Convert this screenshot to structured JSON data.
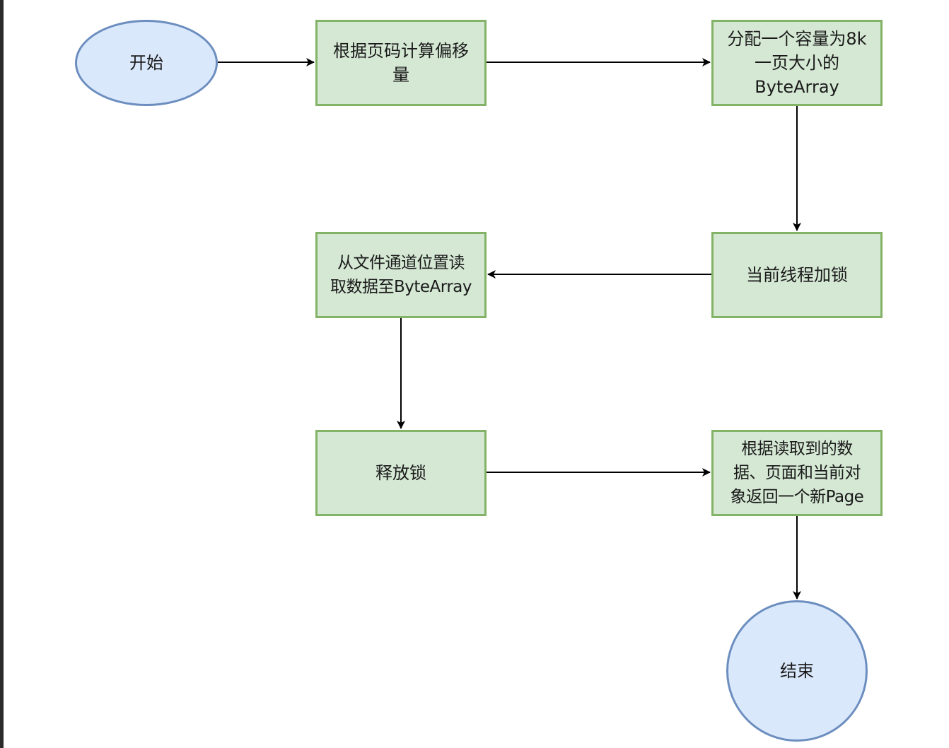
{
  "diagram": {
    "nodes": [
      {
        "id": "start",
        "shape": "ellipse",
        "label": "开始"
      },
      {
        "id": "calc-offset",
        "shape": "rect",
        "label": "根据页码计算偏移\n量"
      },
      {
        "id": "alloc-bytearray",
        "shape": "rect",
        "label": "分配一个容量为8k\n一页大小的\nByteArray"
      },
      {
        "id": "lock",
        "shape": "rect",
        "label": "当前线程加锁"
      },
      {
        "id": "read-channel",
        "shape": "rect",
        "label": "从文件通道位置读\n取数据至ByteArray"
      },
      {
        "id": "release-lock",
        "shape": "rect",
        "label": "释放锁"
      },
      {
        "id": "return-page",
        "shape": "rect",
        "label": "根据读取到的数\n据、页面和当前对\n象返回一个新Page"
      },
      {
        "id": "end",
        "shape": "circle",
        "label": "结束"
      }
    ],
    "edges": [
      {
        "from": "start",
        "to": "calc-offset"
      },
      {
        "from": "calc-offset",
        "to": "alloc-bytearray"
      },
      {
        "from": "alloc-bytearray",
        "to": "lock"
      },
      {
        "from": "lock",
        "to": "read-channel"
      },
      {
        "from": "read-channel",
        "to": "release-lock"
      },
      {
        "from": "release-lock",
        "to": "return-page"
      },
      {
        "from": "return-page",
        "to": "end"
      }
    ],
    "colors": {
      "process_fill": "#d5e8d4",
      "process_stroke": "#82b366",
      "terminal_fill": "#dae8fc",
      "terminal_stroke": "#6c8ebf",
      "edge": "#000000"
    }
  }
}
